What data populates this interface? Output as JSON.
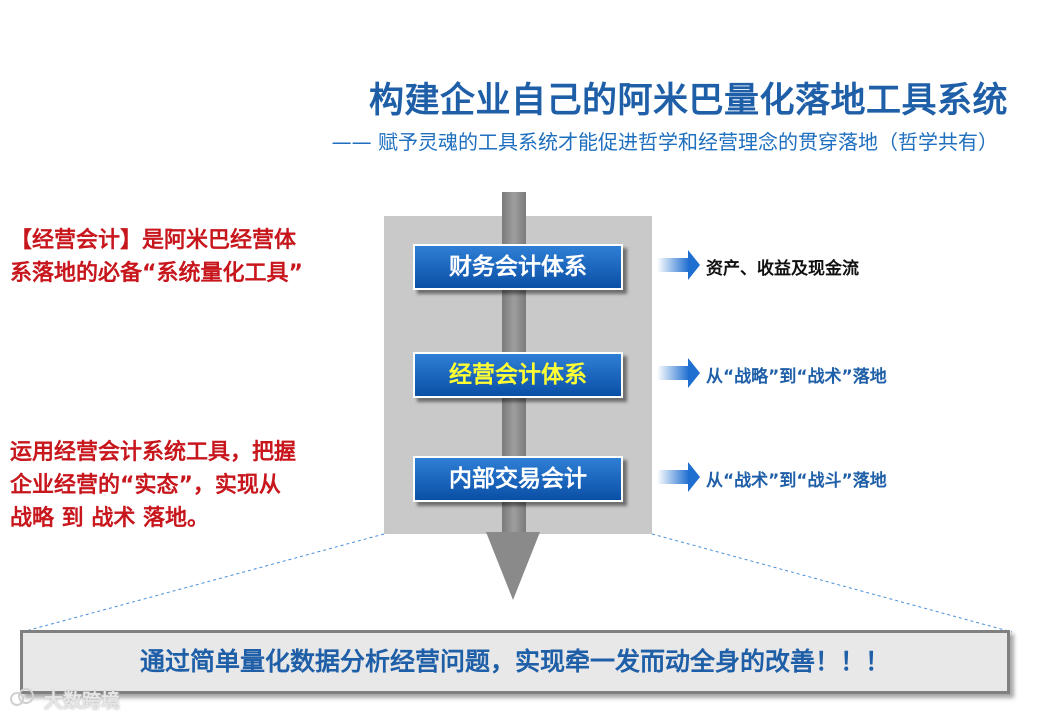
{
  "header": {
    "title": "构建企业自己的阿米巴量化落地工具系统",
    "subtitle": "—— 赋予灵魂的工具系统才能促进哲学和经营理念的贯穿落地（哲学共有）"
  },
  "left_notes": {
    "top": [
      "【经营会计】是阿米巴经营体",
      "系落地的必备“系统量化工具”"
    ],
    "bottom": [
      "运用经营会计系统工具，把握",
      "企业经营的“实态”，实现从",
      "战略 到 战术 落地。"
    ]
  },
  "center_boxes": [
    {
      "label": "财务会计体系"
    },
    {
      "label": "经营会计体系"
    },
    {
      "label": "内部交易会计"
    }
  ],
  "arrow_labels": [
    {
      "text": "资产、收益及现金流"
    },
    {
      "text": "从“战略”到“战术”落地"
    },
    {
      "text": "从“战术”到“战斗”落地"
    }
  ],
  "bottom_banner": "通过简单量化数据分析经营问题，实现牵一发而动全身的改善！！！",
  "watermark": {
    "text": "大数跨境",
    "icon": "cloud-logo-icon"
  },
  "colors": {
    "title_blue": "#1f5fa8",
    "red": "#c8161d",
    "box_blue": "#0b4fa6",
    "highlight_yellow": "#ffff33",
    "panel_gray": "#c9c9c9"
  }
}
